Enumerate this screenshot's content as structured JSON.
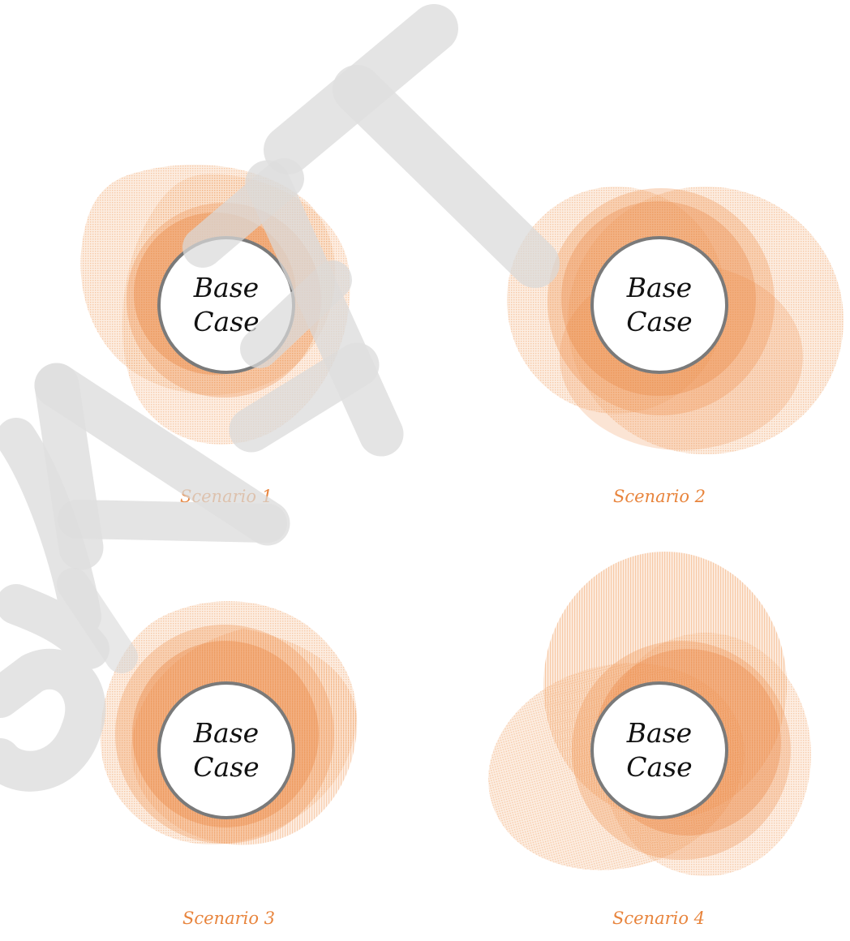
{
  "colors": {
    "blob_fill": "#f0a060",
    "blob_dark": "#e8803a",
    "ring_stroke": "#7a7a7a",
    "center_fill": "#ffffff",
    "base_text": "#111111",
    "caption_text": "#e8843c",
    "watermark": "#d9d9d9"
  },
  "watermark": {
    "text": "DRAFT"
  },
  "scenarios": [
    {
      "center_line1": "Base",
      "center_line2": "Case",
      "caption": "Scenario 1"
    },
    {
      "center_line1": "Base",
      "center_line2": "Case",
      "caption": "Scenario 2"
    },
    {
      "center_line1": "Base",
      "center_line2": "Case",
      "caption": "Scenario 3"
    },
    {
      "center_line1": "Base",
      "center_line2": "Case",
      "caption": "Scenario 4"
    }
  ]
}
